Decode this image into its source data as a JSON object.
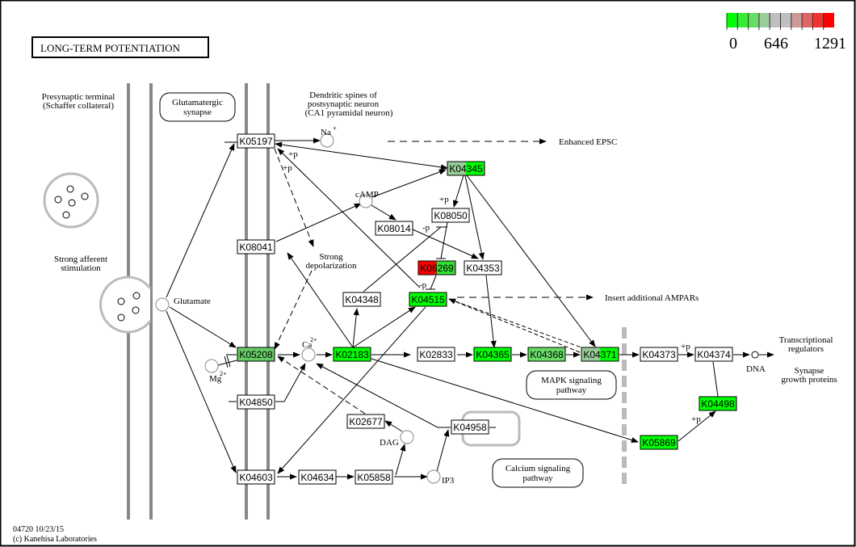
{
  "title": "LONG-TERM POTENTIATION",
  "footer": {
    "line1": "04720 10/23/15",
    "line2": "(c) Kanehisa Laboratories"
  },
  "legend": {
    "min_label": "0",
    "mid_label": "646",
    "max_label": "1291",
    "colors": [
      "#00ff00",
      "#33ee33",
      "#66dd66",
      "#99cc99",
      "#bfbfbf",
      "#bfbfbf",
      "#cc9999",
      "#dd6666",
      "#ee3333",
      "#ff0000"
    ]
  },
  "colors": {
    "high": "#ff0000",
    "low": "#00ff00",
    "mid_green": "#66cc66",
    "pale_green": "#99cc99",
    "white": "#ffffff"
  },
  "labels": {
    "presynaptic": [
      "Presynaptic terminal",
      "(Schaffer collateral)"
    ],
    "dendritic": [
      "Dendritic spines of",
      "postsynaptic neuron",
      "(CA1 pyramidal neuron)"
    ],
    "glutamatergic": [
      "Glutamatergic",
      "synapse"
    ],
    "strong_afferent": [
      "Strong afferent",
      "stimulation"
    ],
    "strong_depol": [
      "Strong",
      "depolarization"
    ],
    "enhanced_epsc": "Enhanced EPSC",
    "insert_ampar": "Insert additional AMPARs",
    "mapk": [
      "MAPK signaling",
      "pathway"
    ],
    "calcium": [
      "Calcium signaling",
      "pathway"
    ],
    "transcriptional": [
      "Transcriptional",
      "regulators"
    ],
    "synapse_growth": [
      "Synapse",
      "growth proteins"
    ],
    "glutamate": "Glutamate",
    "camp": "cAMP",
    "na": "Na",
    "na_sup": "+",
    "ca": "Ca",
    "ca_sup": "2+",
    "mg": "Mg",
    "mg_sup": "2+",
    "dag": "DAG",
    "ip3": "IP3",
    "dna": "DNA",
    "plus_p": "+p",
    "minus_p": "-p"
  },
  "nodes": [
    {
      "id": "K05197",
      "fill": [
        "#ffffff"
      ]
    },
    {
      "id": "K04345",
      "fill": [
        "#99cc99",
        "#00ff00"
      ]
    },
    {
      "id": "K08050",
      "fill": [
        "#ffffff"
      ]
    },
    {
      "id": "K08014",
      "fill": [
        "#ffffff"
      ]
    },
    {
      "id": "K08041",
      "fill": [
        "#ffffff"
      ]
    },
    {
      "id": "K06269",
      "fill": [
        "#ff0000",
        "#33dd33"
      ]
    },
    {
      "id": "K04353",
      "fill": [
        "#ffffff"
      ]
    },
    {
      "id": "K04348",
      "fill": [
        "#ffffff"
      ]
    },
    {
      "id": "K04515",
      "fill": [
        "#00ff00"
      ]
    },
    {
      "id": "K05208",
      "fill": [
        "#66cc66"
      ]
    },
    {
      "id": "K02183",
      "fill": [
        "#00ff00"
      ]
    },
    {
      "id": "K02833",
      "fill": [
        "#ffffff"
      ]
    },
    {
      "id": "K04365",
      "fill": [
        "#00ff00"
      ]
    },
    {
      "id": "K04368",
      "fill": [
        "#66dd66"
      ]
    },
    {
      "id": "K04371",
      "fill": [
        "#99cc99",
        "#00ff00"
      ]
    },
    {
      "id": "K04373",
      "fill": [
        "#ffffff"
      ]
    },
    {
      "id": "K04374",
      "fill": [
        "#ffffff"
      ]
    },
    {
      "id": "K04498",
      "fill": [
        "#00ff00"
      ]
    },
    {
      "id": "K05869",
      "fill": [
        "#00ff00"
      ]
    },
    {
      "id": "K04850",
      "fill": [
        "#ffffff"
      ]
    },
    {
      "id": "K02677",
      "fill": [
        "#ffffff"
      ]
    },
    {
      "id": "K04958",
      "fill": [
        "#ffffff"
      ]
    },
    {
      "id": "K04603",
      "fill": [
        "#ffffff"
      ]
    },
    {
      "id": "K04634",
      "fill": [
        "#ffffff"
      ]
    },
    {
      "id": "K05858",
      "fill": [
        "#ffffff"
      ]
    }
  ]
}
